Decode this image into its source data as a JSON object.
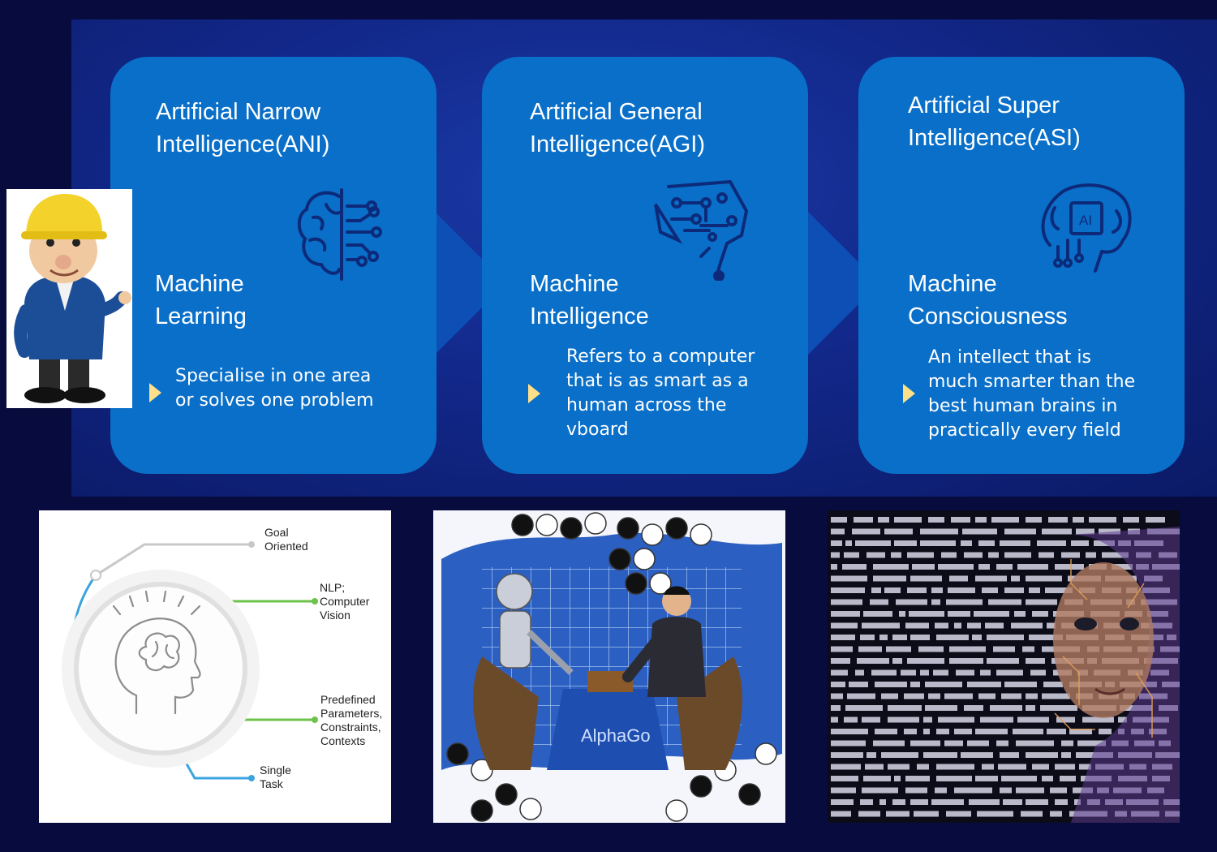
{
  "cards": [
    {
      "title_lines": [
        "Artificial Narrow",
        "Intelligence(ANI)"
      ],
      "subtitle_lines": [
        "Machine",
        "Learning"
      ],
      "desc_lines": [
        "Specialise in one area",
        "or solves one problem"
      ],
      "icon": "brain-circuit-icon"
    },
    {
      "title_lines": [
        "Artificial General",
        "Intelligence(AGI)"
      ],
      "subtitle_lines": [
        "Machine",
        "Intelligence"
      ],
      "desc_lines": [
        "Refers to a computer",
        "that is as smart as a",
        "human across the",
        "vboard"
      ],
      "icon": "circuit-brain-icon"
    },
    {
      "title_lines": [
        "Artificial Super",
        "Intelligence(ASI)"
      ],
      "subtitle_lines": [
        "Machine",
        "Consciousness"
      ],
      "desc_lines": [
        "An intellect that is",
        "much smarter than the",
        "best human brains in",
        "practically every field"
      ],
      "icon": "ai-chip-brain-icon"
    }
  ],
  "ani_diagram": {
    "labels": [
      [
        "Goal",
        "Oriented"
      ],
      [
        "NLP;",
        "Computer",
        "Vision"
      ],
      [
        "Predefined",
        "Parameters,",
        "Constraints,",
        "Contexts"
      ],
      [
        "Single",
        "Task"
      ]
    ]
  },
  "go_image": {
    "logo_text": "AlphaGo"
  },
  "colors": {
    "background": "#070b3d",
    "panel": "#12288a",
    "card": "#0a6fc8",
    "bullet": "#ffe08a",
    "icon": "#0d2a7a"
  }
}
